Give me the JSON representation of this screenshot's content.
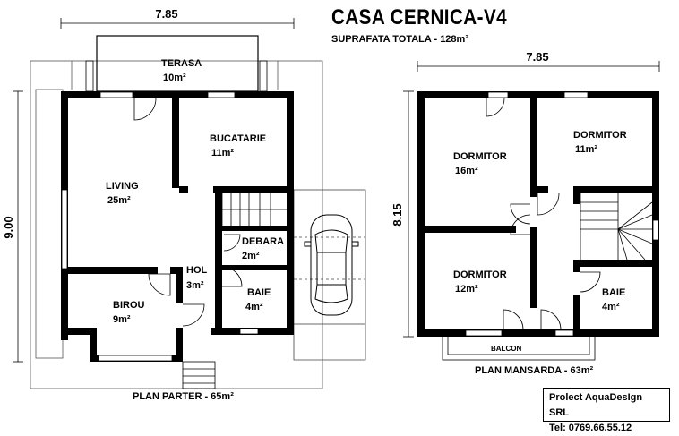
{
  "project": {
    "title": "CASA CERNICA-V4",
    "total_area": "SUPRAFATA TOTALA - 128m²",
    "company": "Prolect AquaDesIgn SRL",
    "phone": "Tel: 0769.66.55.12"
  },
  "ground_floor": {
    "plan_label": "PLAN PARTER - 65m²",
    "width_dim": "7.85",
    "height_dim": "9.00",
    "rooms": [
      {
        "name": "TERASA",
        "area": "10m²"
      },
      {
        "name": "BUCATARIE",
        "area": "11m²"
      },
      {
        "name": "LIVING",
        "area": "25m²"
      },
      {
        "name": "DEBARA",
        "area": "2m²"
      },
      {
        "name": "HOL",
        "area": "3m²"
      },
      {
        "name": "BAIE",
        "area": "4m²"
      },
      {
        "name": "BIROU",
        "area": "9m²"
      }
    ]
  },
  "upper_floor": {
    "plan_label": "PLAN MANSARDA - 63m²",
    "width_dim": "7.85",
    "height_dim": "8.15",
    "balcony_label": "BALCON",
    "rooms": [
      {
        "name": "DORMITOR",
        "area": "16m²"
      },
      {
        "name": "DORMITOR",
        "area": "11m²"
      },
      {
        "name": "DORMITOR",
        "area": "12m²"
      },
      {
        "name": "BAIE",
        "area": "4m²"
      }
    ]
  }
}
